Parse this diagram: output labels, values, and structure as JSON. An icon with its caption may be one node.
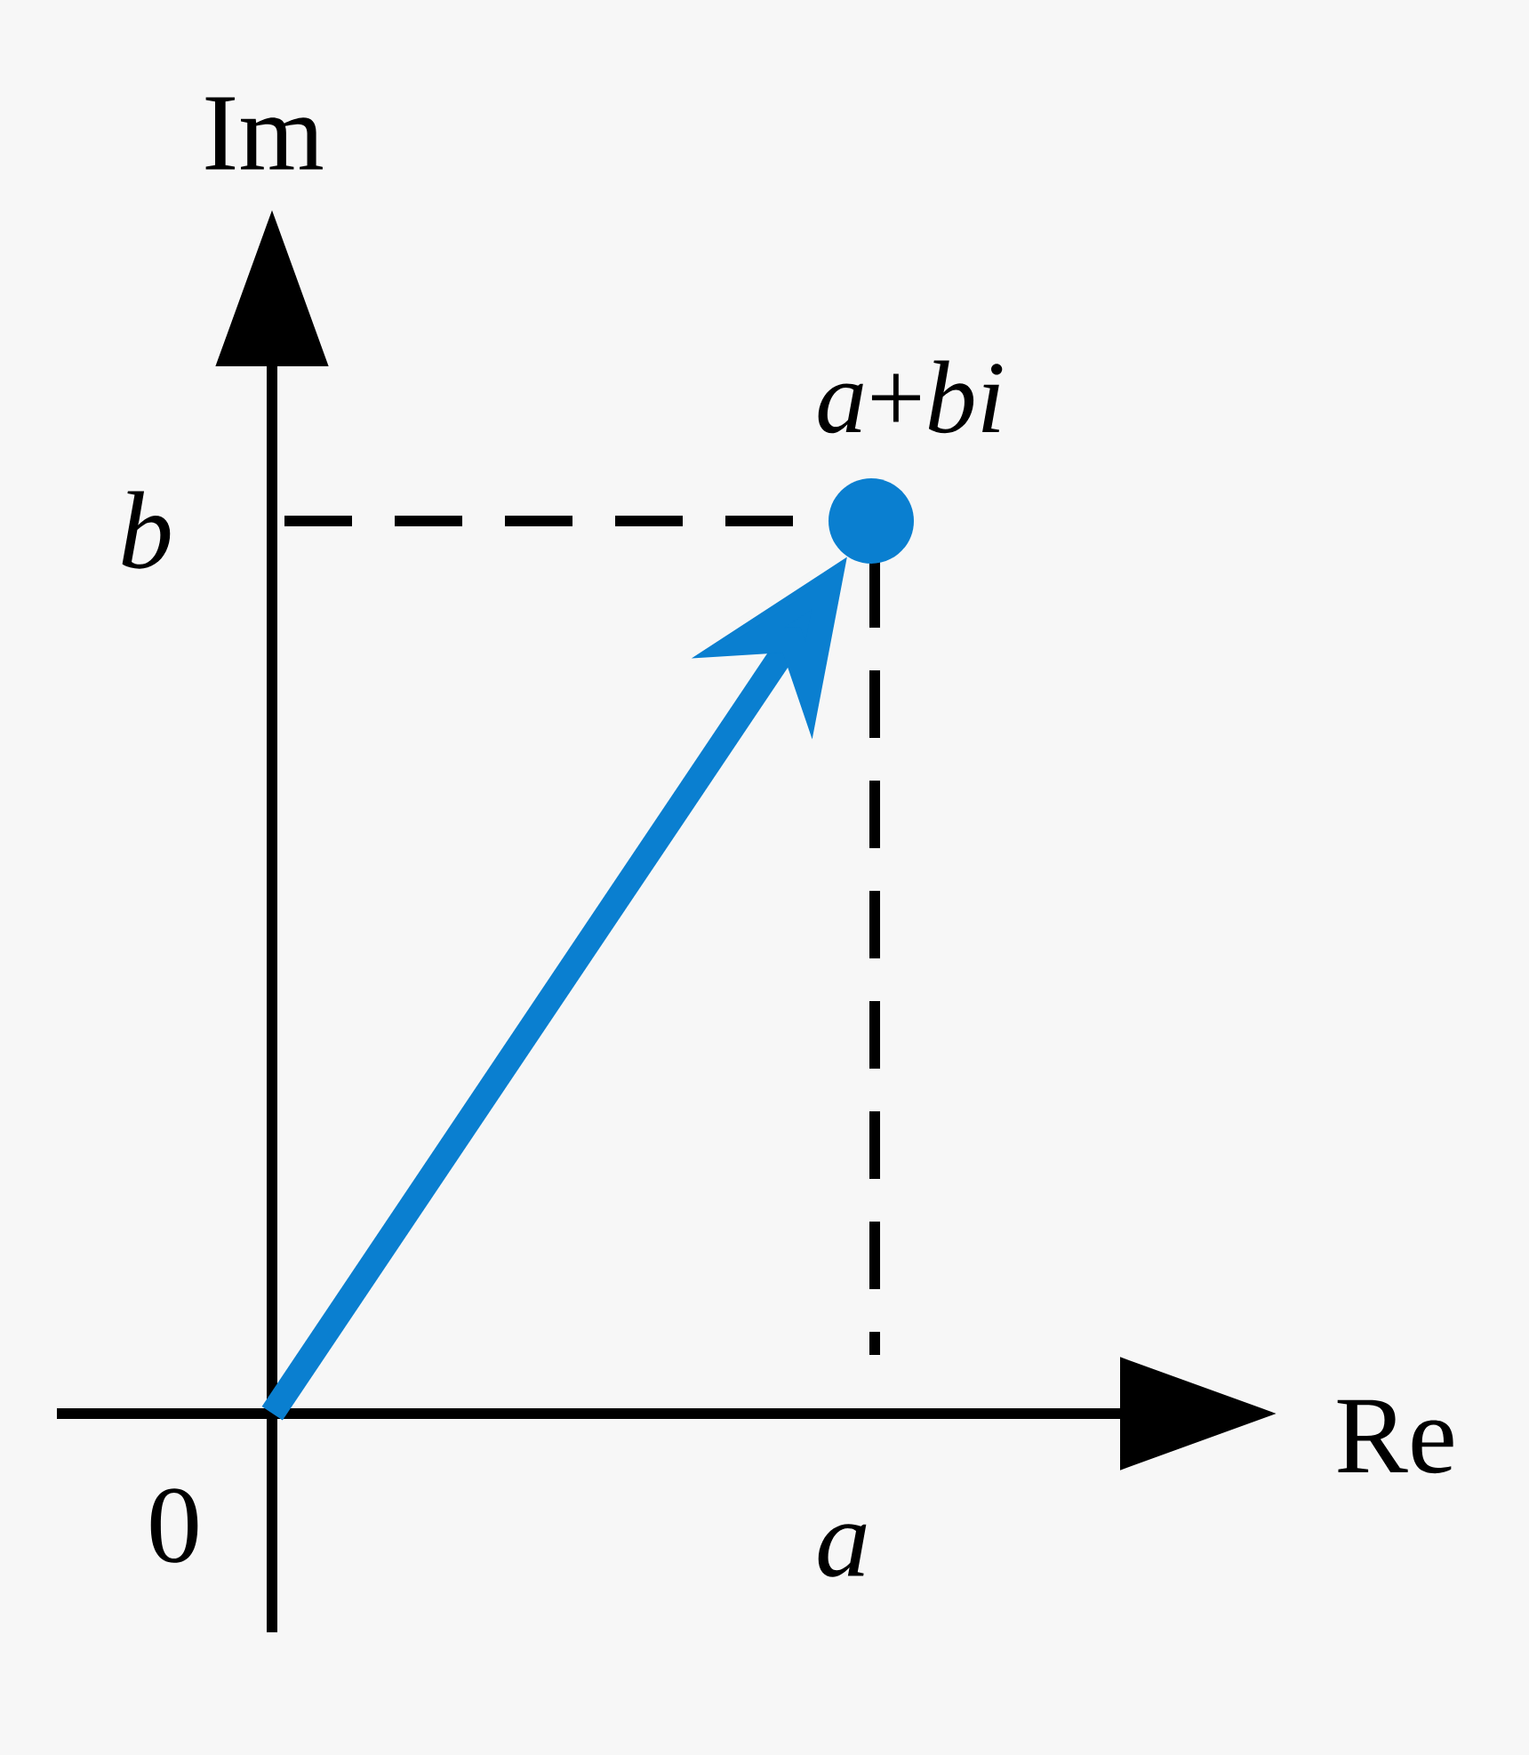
{
  "diagram": {
    "nodes": [
      {
        "text": [],
        "shape": "point",
        "beside": [
          "0"
        ]
      },
      {
        "text": [],
        "shape": "circle",
        "beside": [
          "*a*+*bi*"
        ]
      }
    ],
    "edges": [
      {
        "from": 0,
        "to": 1,
        "arrow": "to"
      }
    ],
    "labels": [
      "Im",
      "b",
      "Re",
      "a"
    ]
  }
}
